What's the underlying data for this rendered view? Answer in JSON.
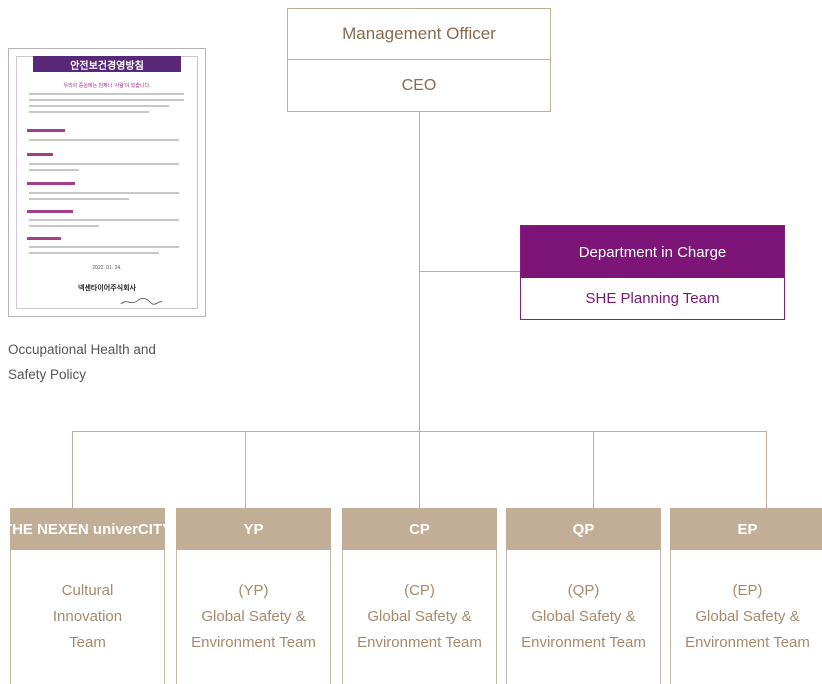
{
  "management": {
    "title": "Management Officer",
    "subtitle": "CEO"
  },
  "department": {
    "title": "Department in Charge",
    "subtitle": "SHE Planning Team"
  },
  "teams": [
    {
      "head": "THE NEXEN univerCITY",
      "lines": [
        "Cultural",
        "Innovation",
        "Team"
      ]
    },
    {
      "head": "YP",
      "lines": [
        "(YP)",
        "Global Safety &",
        "Environment Team"
      ]
    },
    {
      "head": "CP",
      "lines": [
        "(CP)",
        "Global Safety &",
        "Environment Team"
      ]
    },
    {
      "head": "QP",
      "lines": [
        "(QP)",
        "Global Safety &",
        "Environment Team"
      ]
    },
    {
      "head": "EP",
      "lines": [
        "(EP)",
        "Global Safety &",
        "Environment Team"
      ]
    }
  ],
  "policy": {
    "doc_title": "안전보건경영방침",
    "doc_subtitle": "우리의 중심에는 언제나 '사람'이 있습니다.",
    "date": "2022. 01. 24.",
    "company": "넥센타이어주식회사",
    "caption_line1": "Occupational Health and",
    "caption_line2": "Safety Policy"
  },
  "colors": {
    "accent": "#c2ad97",
    "purple": "#7d1478",
    "text_brown": "#a8896c"
  }
}
